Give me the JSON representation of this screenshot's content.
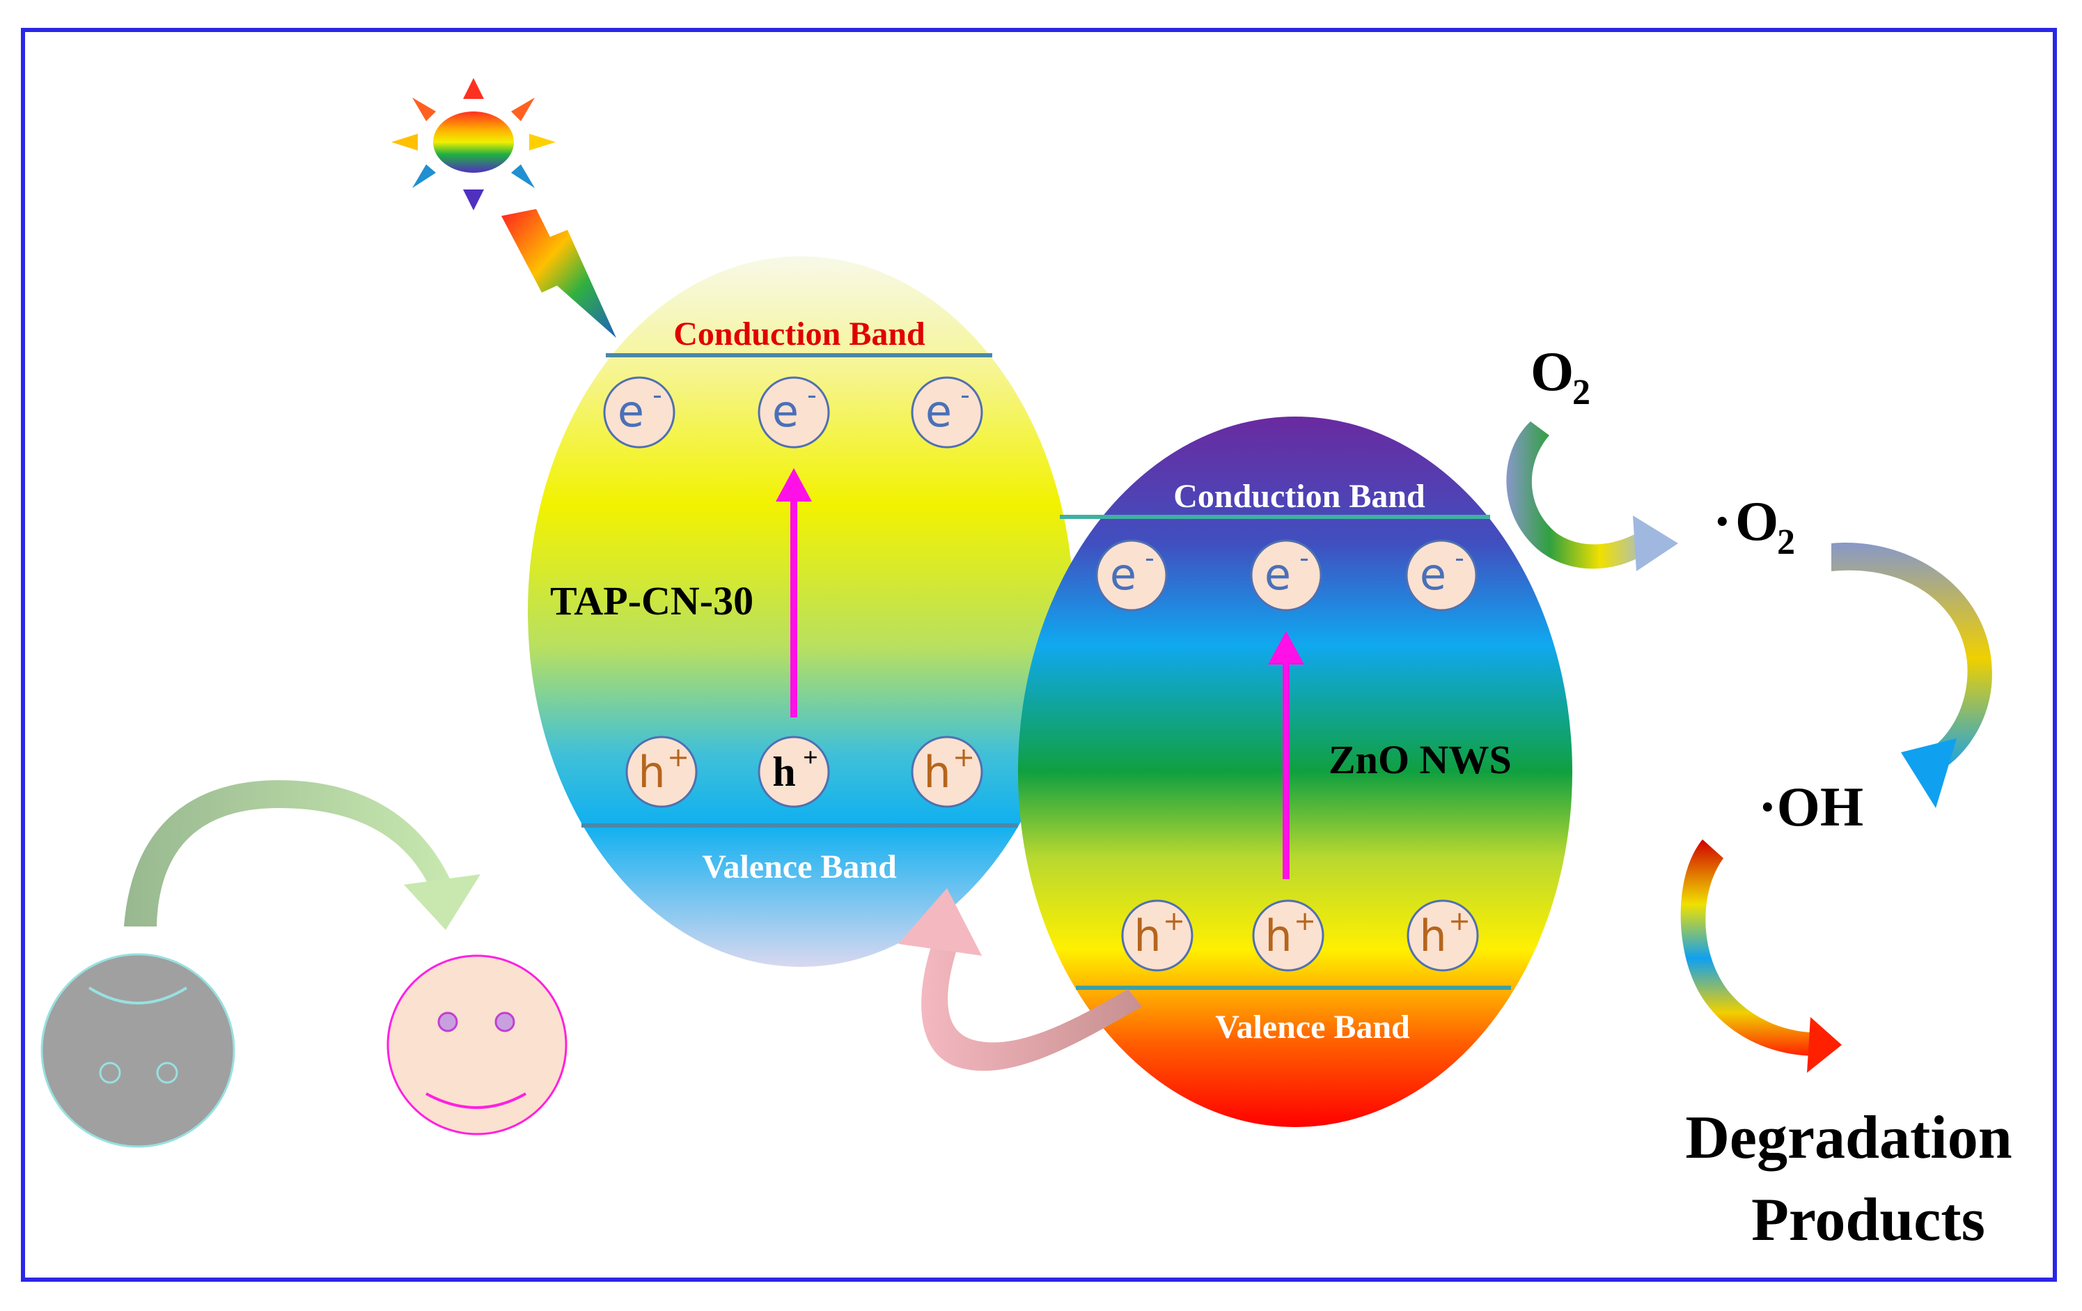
{
  "colors": {
    "frame": "#2a27e6",
    "red_label": "#e00000",
    "white_label": "#ffffff",
    "magenta_arrow": "#ff10e6",
    "electron_text": "#4a70b8",
    "hole_text": "#b5651d",
    "particle_fill": "#fbe1d0"
  },
  "left_semiconductor": {
    "name": "TAP-CN-30",
    "conduction_band": "Conduction Band",
    "valence_band": "Valence Band",
    "electrons": [
      "e",
      "e",
      "e"
    ],
    "electron_charge": "-",
    "holes": [
      "h",
      "h",
      "h"
    ],
    "hole_charge": "+"
  },
  "right_semiconductor": {
    "name": "ZnO NWS",
    "conduction_band": "Conduction Band",
    "valence_band": "Valence Band",
    "electrons": [
      "e",
      "e",
      "e"
    ],
    "electron_charge": "-",
    "holes": [
      "h",
      "h",
      "h"
    ],
    "hole_charge": "+"
  },
  "reaction_species": {
    "o2_base": "O",
    "o2_sub": "2",
    "superoxide_dot": "·",
    "superoxide_base": "O",
    "superoxide_sub": "2",
    "hydroxyl": "·OH",
    "products_line1": "Degradation",
    "products_line2": "Products"
  },
  "icons": [
    "sun-icon",
    "lightning-icon",
    "sad-face-icon",
    "happy-face-icon"
  ]
}
